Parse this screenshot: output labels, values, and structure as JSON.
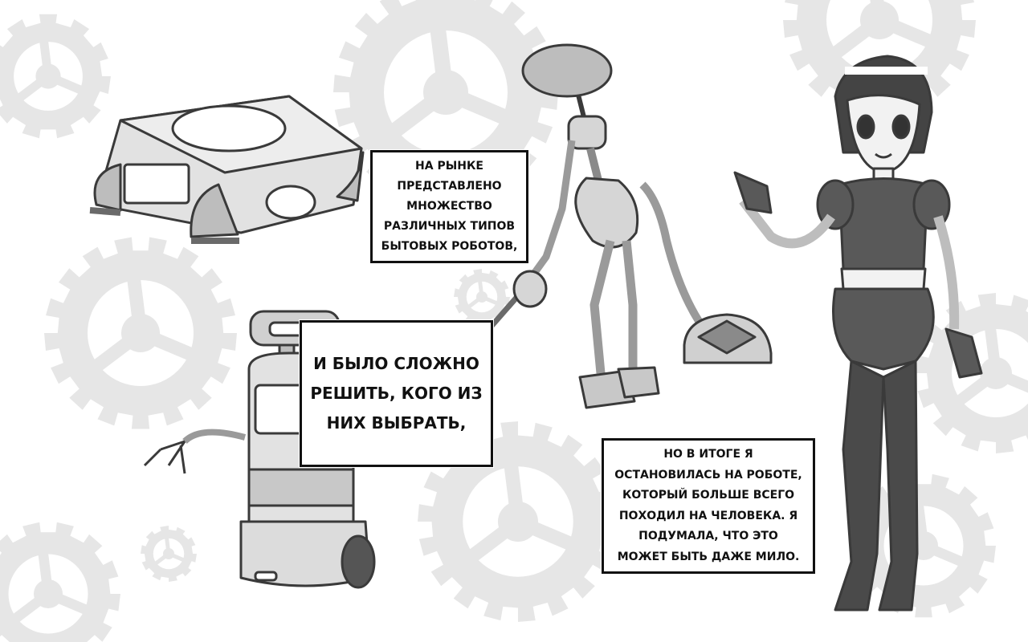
{
  "palette": {
    "gear": "#e6e6e6",
    "ink": "#3a3a3a",
    "body_fill": "#d9d9d9",
    "dark_fill": "#6a6a6a",
    "caption_border": "#111111"
  },
  "captions": [
    "НА РЫНКЕ\nПРЕДСТАВЛЕНО\nМНОЖЕСТВО\nРАЗЛИЧНЫХ ТИПОВ\nБЫТОВЫХ РОБОТОВ,",
    "И БЫЛО СЛОЖНО\nРЕШИТЬ, КОГО ИЗ\nНИХ ВЫБРАТЬ,",
    "НО В ИТОГЕ Я\nОСТАНОВИЛАСЬ НА РОБОТЕ,\nКОТОРЫЙ БОЛЬШЕ ВСЕГО\nПОХОДИЛ НА ЧЕЛОВЕКА. Я\nПОДУМАЛА, ЧТО ЭТО\nМОЖЕТ БЫТЬ ДАЖЕ МИЛО."
  ]
}
